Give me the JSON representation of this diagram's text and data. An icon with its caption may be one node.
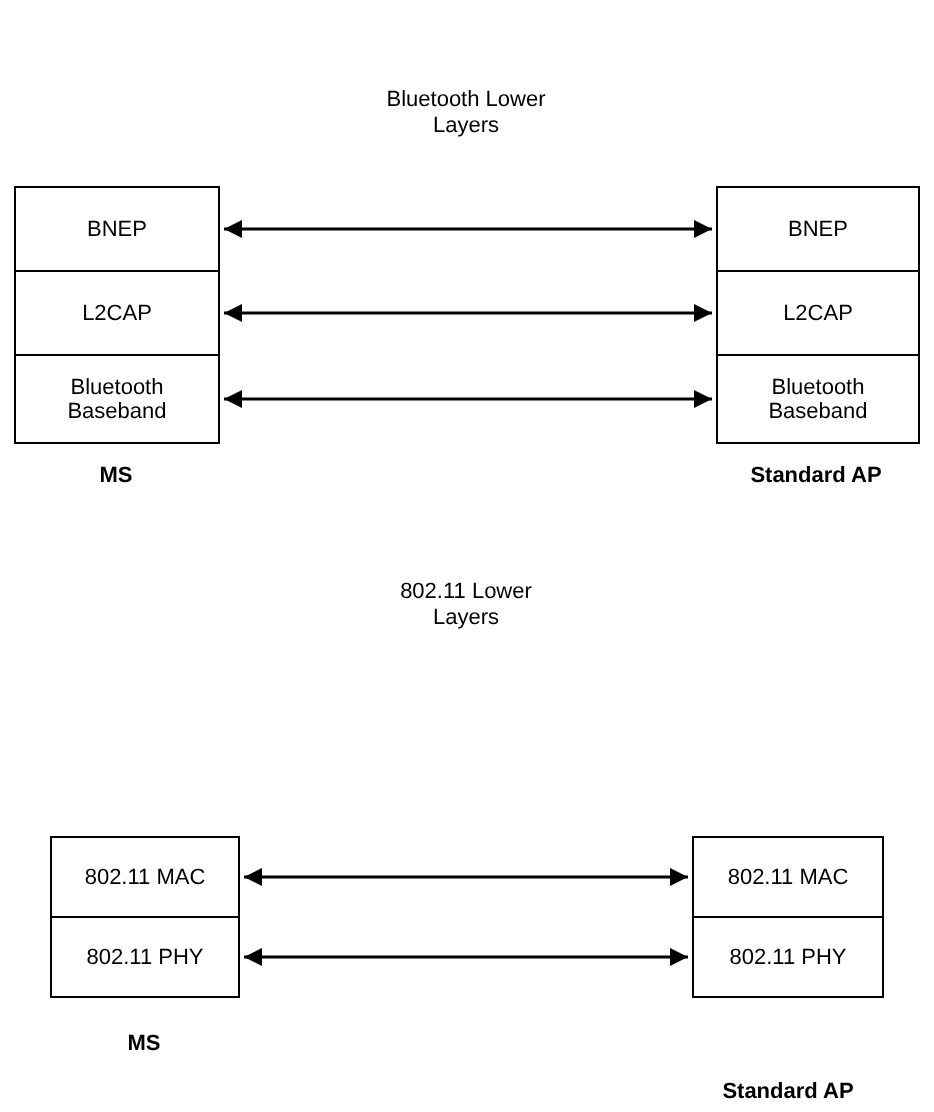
{
  "diagram": {
    "nodes": [
      {
        "text": [
          "BNEP"
        ]
      },
      {
        "text": [
          "BNEP"
        ]
      },
      {
        "text": [
          "L2CAP"
        ]
      },
      {
        "text": [
          "L2CAP"
        ]
      },
      {
        "text": [
          "Bluetooth Baseband"
        ]
      },
      {
        "text": [
          "Bluetooth Baseband"
        ]
      },
      {
        "text": [
          "802.11 MAC"
        ]
      },
      {
        "text": [
          "802.11 MAC"
        ]
      },
      {
        "text": [
          "802.11 PHY"
        ]
      },
      {
        "text": [
          "802.11 PHY"
        ]
      }
    ],
    "edges": [
      {
        "from": 0,
        "to": 1,
        "arrow": "both"
      },
      {
        "from": 2,
        "to": 3,
        "arrow": "both"
      },
      {
        "from": 4,
        "to": 5,
        "arrow": "both"
      },
      {
        "from": 6,
        "to": 7,
        "arrow": "both"
      },
      {
        "from": 8,
        "to": 9,
        "arrow": "both"
      }
    ],
    "labels": [
      "Bluetooth Lower Layers",
      "MS",
      "Standard AP",
      "802.11 Lower Layers",
      "MS",
      "Standard AP"
    ]
  }
}
